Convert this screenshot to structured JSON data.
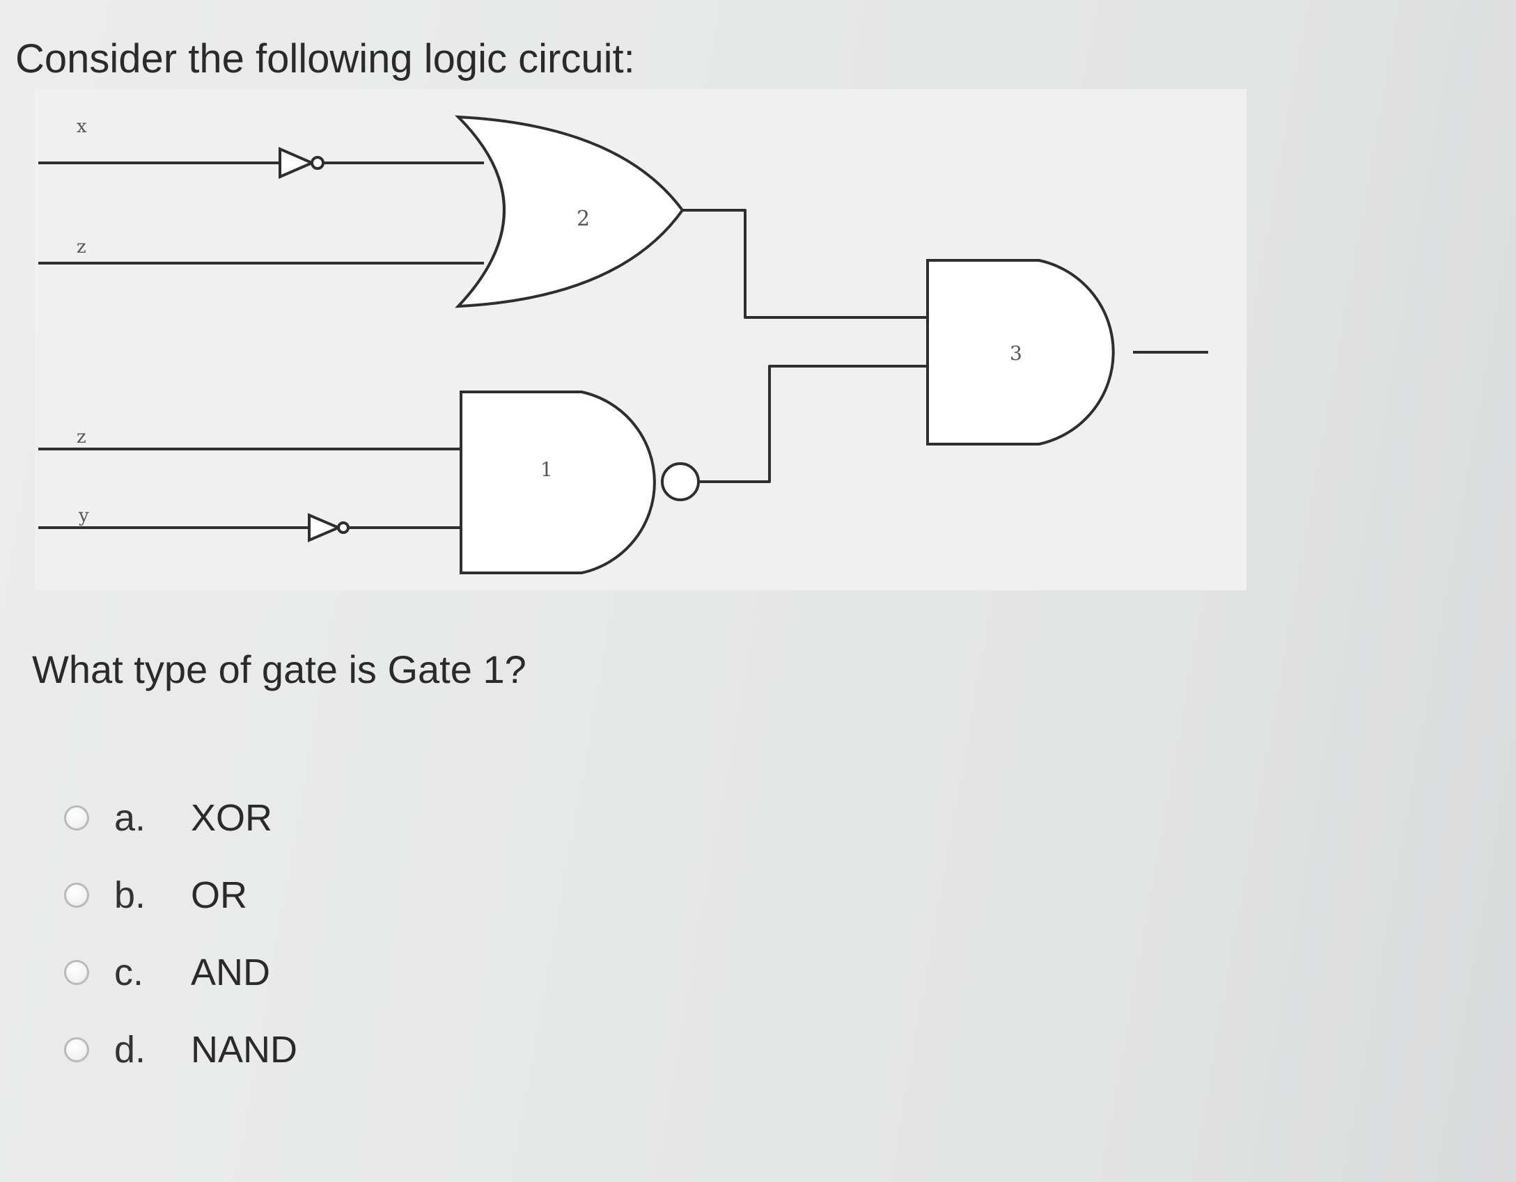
{
  "heading": "Consider the following logic circuit:",
  "diagram": {
    "input_labels": [
      "x",
      "z",
      "z",
      "y"
    ],
    "gate_labels": [
      "2",
      "1",
      "3"
    ]
  },
  "question": "What type of gate is Gate 1?",
  "options": [
    {
      "letter": "a.",
      "text": "XOR"
    },
    {
      "letter": "b.",
      "text": "OR"
    },
    {
      "letter": "c.",
      "text": "AND"
    },
    {
      "letter": "d.",
      "text": "NAND"
    }
  ],
  "colors": {
    "page_background": "#e9eaea",
    "diagram_background": "#f0f0f0",
    "line": "#2e2e2e",
    "text": "#2a2a2a"
  }
}
